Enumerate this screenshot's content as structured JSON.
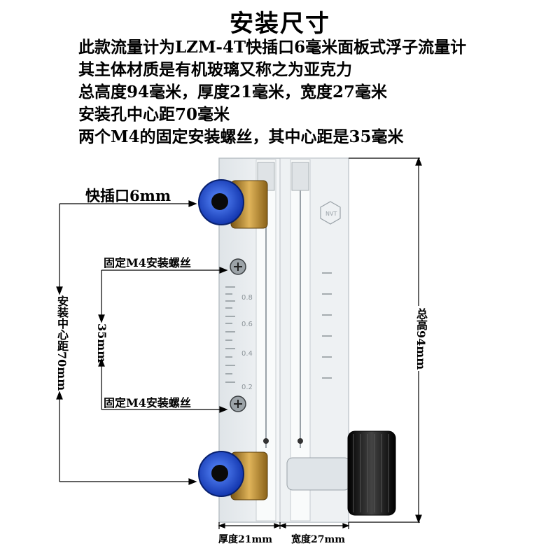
{
  "title": "安装尺寸",
  "description": [
    "此款流量计为LZM-4T快插口6毫米面板式浮子流量计",
    "其主体材质是有机玻璃又称之为亚克力",
    "总高度94毫米，厚度21毫米，宽度27毫米",
    "安装孔中心距70毫米",
    "两个M4的固定安装螺丝，其中心距是35毫米"
  ],
  "labels": {
    "quick_connector": "快插口6mm",
    "screw_top": "固定M4安装螺丝",
    "screw_bottom": "固定M4安装螺丝",
    "screw_distance": "35mm",
    "hole_distance": "安装中心距70mm",
    "total_height": "总高94mm",
    "thickness": "厚度21mm",
    "width": "宽度27mm"
  },
  "scale_ticks": [
    "0.8",
    "0.6",
    "0.4",
    "0.2"
  ],
  "colors": {
    "connector_blue": "#1a4fd6",
    "brass": "#b8862a",
    "acrylic": "#e9edf0",
    "knob": "#1a1a1a"
  }
}
